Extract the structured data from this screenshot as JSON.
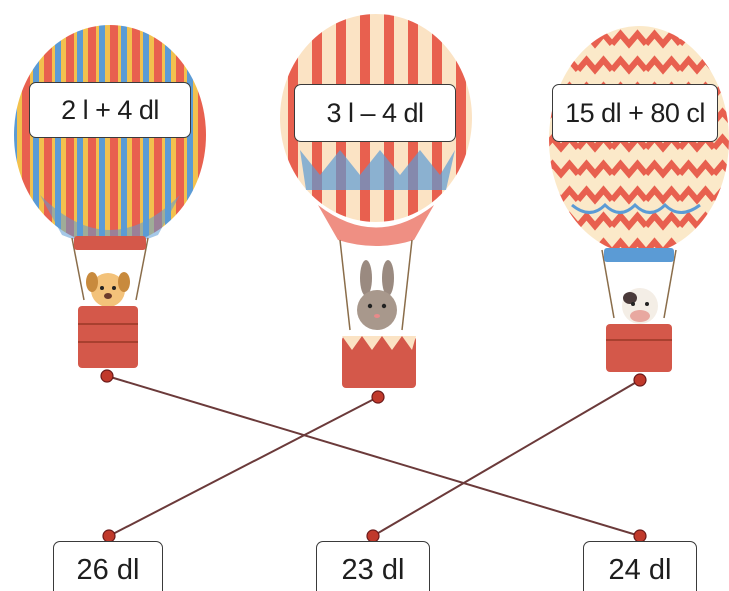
{
  "balloons": [
    {
      "expression": "2 l + 4 dl",
      "passenger": "dog",
      "dot_color": "#c0392b"
    },
    {
      "expression": "3 l – 4 dl",
      "passenger": "rabbit",
      "dot_color": "#c0392b"
    },
    {
      "expression": "15 dl + 80 cl",
      "passenger": "cow",
      "dot_color": "#c0392b"
    }
  ],
  "answers": [
    {
      "value": "26 dl"
    },
    {
      "value": "23 dl"
    },
    {
      "value": "24 dl"
    }
  ],
  "connections": [
    {
      "from_balloon": 1,
      "to_answer": 3
    },
    {
      "from_balloon": 2,
      "to_answer": 1
    },
    {
      "from_balloon": 3,
      "to_answer": 2
    }
  ],
  "colors": {
    "stripe_red": "#e8604f",
    "stripe_yellow": "#f2c14e",
    "stripe_blue": "#5b9bd5",
    "line": "#6b3a3a",
    "dot": "#c0392b"
  }
}
